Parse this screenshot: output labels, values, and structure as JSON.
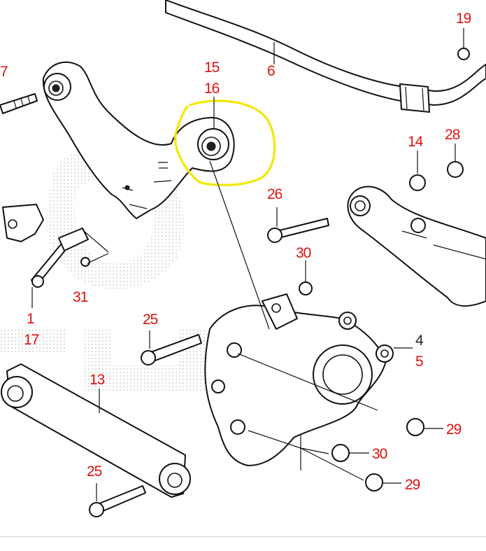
{
  "colors": {
    "highlight": "#f2e800",
    "callout": "#dd1111",
    "ink": "#111111",
    "watermark_dots": "#bdbdbd"
  },
  "callouts": {
    "c1": "1",
    "c4": "4",
    "c5": "5",
    "c6": "6",
    "c7": "7",
    "c13": "13",
    "c14": "14",
    "c15": "15",
    "c16": "16",
    "c17": "17",
    "c19": "19",
    "c25a": "25",
    "c25b": "25",
    "c26": "26",
    "c28": "28",
    "c29a": "29",
    "c29b": "29",
    "c30a": "30",
    "c30b": "30",
    "c31": "31"
  },
  "highlight": {
    "shape": "freehand-loop",
    "target": "upper-arm-bushing"
  }
}
